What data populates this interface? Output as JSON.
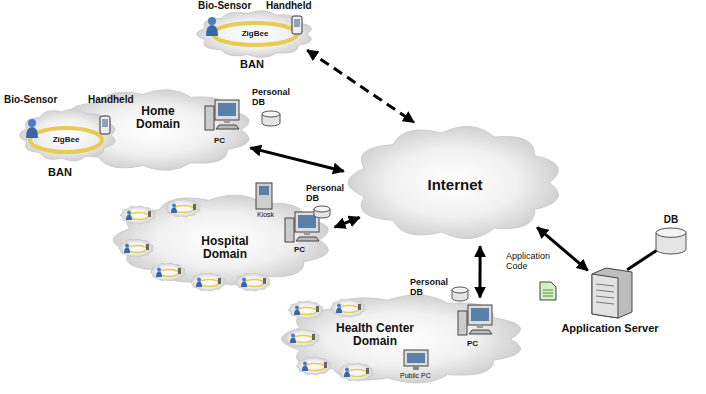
{
  "diagram": {
    "nodes": [
      {
        "text": [
          "Bio-Sensor",
          "Handheld",
          "ZigBee",
          "BAN"
        ]
      },
      {
        "text": [
          "Home Domain",
          "PC",
          "Personal DB"
        ]
      },
      {
        "text": [
          "Bio-Sensor",
          "Handheld",
          "ZigBee",
          "BAN"
        ],
        "in": 1
      },
      {
        "text": [
          "Hospital Domain",
          "Kiosk",
          "PC",
          "Personal DB"
        ]
      },
      {
        "text": [
          "Internet"
        ]
      },
      {
        "text": [
          "Health Center Domain",
          "Personal DB",
          "PC",
          "Public PC"
        ]
      },
      {
        "text": [
          "Application Server"
        ]
      },
      {
        "text": [
          "DB"
        ]
      }
    ],
    "edges": [
      {
        "from": 0,
        "to": 4,
        "arrow": "both"
      },
      {
        "from": 1,
        "to": 4,
        "arrow": "both"
      },
      {
        "from": 3,
        "to": 4,
        "arrow": "both"
      },
      {
        "from": 5,
        "to": 4,
        "arrow": "both"
      },
      {
        "from": 4,
        "to": 6,
        "arrow": "both"
      },
      {
        "from": 6,
        "to": 7,
        "arrow": "none"
      }
    ],
    "labels": [
      "Application Code"
    ]
  }
}
